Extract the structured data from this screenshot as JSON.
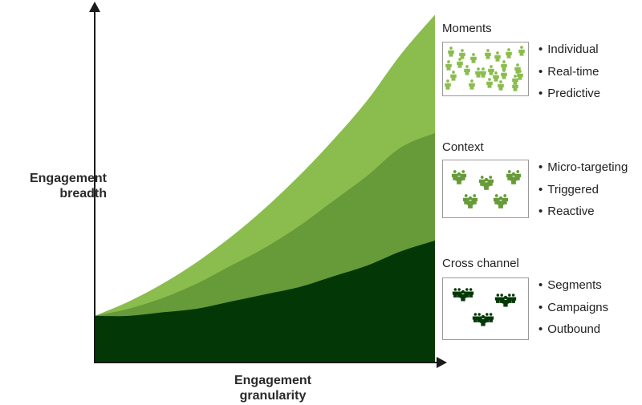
{
  "diagram": {
    "title": "",
    "y_axis_label": "Engagement breadth",
    "x_axis_label": "Engagement granularity",
    "y_axis_label_lines": [
      "Engagement",
      "breadth"
    ],
    "x_axis_label_lines": [
      "Engagement",
      "granularity"
    ]
  },
  "colors": {
    "moments": "#8bbd4e",
    "context": "#679a38",
    "cross_channel": "#033806",
    "axis": "#1a1a1a",
    "box_border": "#9a9a9a"
  },
  "bands": [
    {
      "name": "Moments",
      "color_key": "moments",
      "icon": "single-person-icon",
      "items": [
        "Individual",
        "Real-time",
        "Predictive"
      ],
      "relative_end_height": 1.0
    },
    {
      "name": "Context",
      "color_key": "context",
      "icon": "small-group-icon",
      "items": [
        "Micro-targeting",
        "Triggered",
        "Reactive"
      ],
      "relative_end_height": 0.65
    },
    {
      "name": "Cross channel",
      "color_key": "cross_channel",
      "icon": "large-group-icon",
      "items": [
        "Segments",
        "Campaigns",
        "Outbound"
      ],
      "relative_end_height": 0.34
    }
  ],
  "chart_data": {
    "type": "area",
    "title": "",
    "xlabel": "Engagement granularity",
    "ylabel": "Engagement breadth",
    "xlim": [
      0,
      1
    ],
    "ylim": [
      0,
      1
    ],
    "grid": false,
    "legend": "right",
    "x": [
      0,
      0.1,
      0.2,
      0.3,
      0.4,
      0.5,
      0.6,
      0.7,
      0.8,
      0.9,
      1.0
    ],
    "series": [
      {
        "name": "Moments",
        "values": [
          0.13,
          0.17,
          0.22,
          0.28,
          0.35,
          0.43,
          0.52,
          0.62,
          0.73,
          0.86,
          0.97
        ]
      },
      {
        "name": "Context",
        "values": [
          0.13,
          0.15,
          0.18,
          0.22,
          0.27,
          0.32,
          0.38,
          0.45,
          0.52,
          0.6,
          0.64
        ]
      },
      {
        "name": "Cross channel",
        "values": [
          0.13,
          0.13,
          0.14,
          0.15,
          0.17,
          0.19,
          0.21,
          0.24,
          0.27,
          0.31,
          0.34
        ]
      }
    ]
  }
}
